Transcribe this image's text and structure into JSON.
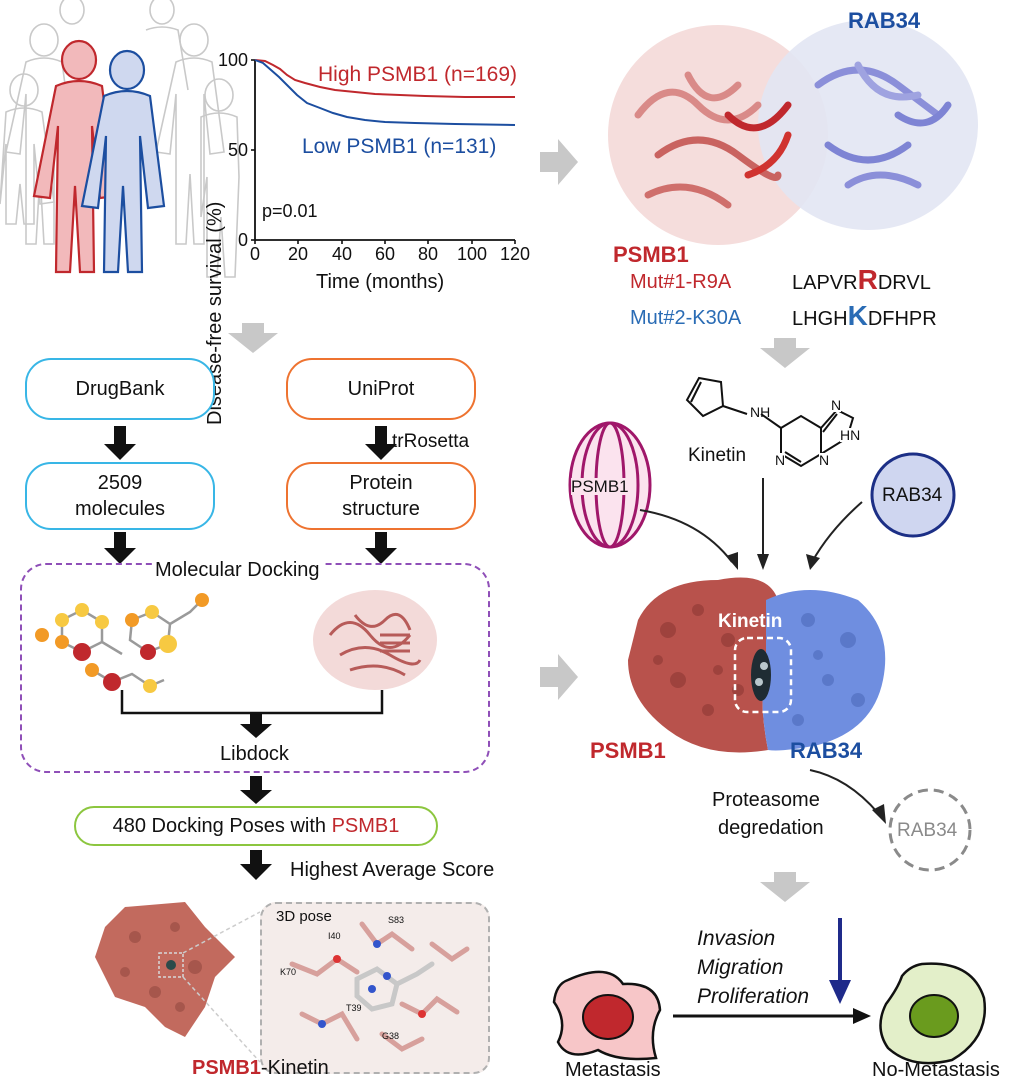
{
  "survival_plot": {
    "ylabel": "Disease-free survival (%)",
    "xlabel": "Time (months)",
    "y_ticks": [
      "100",
      "50",
      "0"
    ],
    "x_ticks": [
      "0",
      "20",
      "40",
      "60",
      "80",
      "100",
      "120"
    ],
    "high_label": "High PSMB1 (n=169)",
    "low_label": "Low PSMB1 (n=131)",
    "p_value": "p=0.01",
    "high_color": "#c0282d",
    "low_color": "#1c4ea0"
  },
  "structure_panel": {
    "rab34_label": "RAB34",
    "psmb1_label": "PSMB1",
    "mut1_label": "Mut#1-R9A",
    "mut1_seq_pre": "LAPVR",
    "mut1_seq_key": "R",
    "mut1_seq_post": "DRVL",
    "mut2_label": "Mut#2-K30A",
    "mut2_seq_pre": "LHGH",
    "mut2_seq_key": "K",
    "mut2_seq_post": "DFHPR"
  },
  "pipeline": {
    "drugbank": "DrugBank",
    "uniprot": "UniProt",
    "trrosetta": "trRosetta",
    "molecules_line1": "2509",
    "molecules_line2": "molecules",
    "structure_line1": "Protein",
    "structure_line2": "structure",
    "docking_title": "Molecular Docking",
    "libdock": "Libdock",
    "poses_prefix": "480 Docking Poses with ",
    "poses_target": "PSMB1",
    "highest_score": "Highest Average Score",
    "pose_label": "3D pose",
    "residues": [
      "S83",
      "I40",
      "K70",
      "T39",
      "G38"
    ],
    "result_prefix": "PSMB1",
    "result_suffix": "-Kinetin"
  },
  "mechanism": {
    "kinetin_label": "Kinetin",
    "nh_label": "NH",
    "n_label": "N",
    "hn_label": "HN",
    "psmb1_icon_label": "PSMB1",
    "rab34_icon_label": "RAB34",
    "complex_kinetin": "Kinetin",
    "complex_psmb1": "PSMB1",
    "complex_rab34": "RAB34",
    "degradation_line1": "Proteasome",
    "degradation_line2": "degredation",
    "degraded_label": "RAB34"
  },
  "outcome": {
    "invasion": "Invasion",
    "migration": "Migration",
    "proliferation": "Proliferation",
    "metastasis": "Metastasis",
    "no_metastasis": "No-Metastasis"
  },
  "colors": {
    "psmb1_red": "#c0282d",
    "rab34_blue": "#1c4ea0",
    "mutation_blue": "#2a6cb5",
    "drugbank_border": "#38b6e6",
    "uniprot_border": "#ee7330",
    "docking_border": "#8f4fb8",
    "poses_border": "#8cc63f",
    "gray_arrow": "#c8c8c8"
  }
}
